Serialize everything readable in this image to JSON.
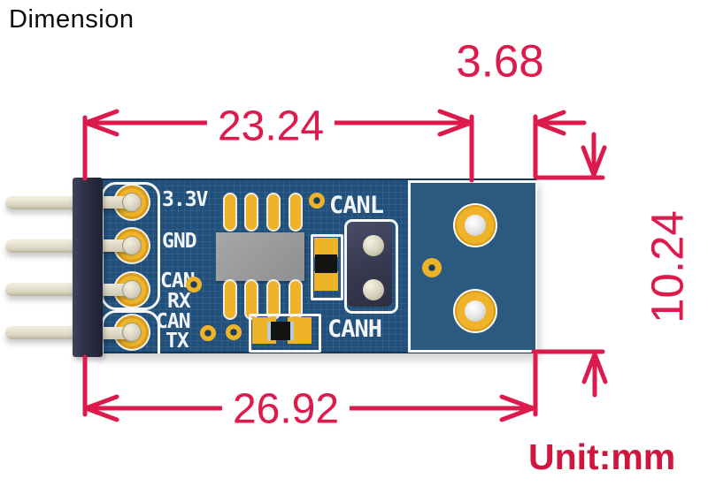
{
  "title": "Dimension",
  "unit_label": "Unit:mm",
  "dimensions": {
    "width_to_holes": "23.24",
    "hole_edge_offset": "3.68",
    "board_height": "10.24",
    "total_width": "26.92"
  },
  "silkscreen": {
    "pin1": "3.3V",
    "pin2": "GND",
    "pin3_line1": "CAN",
    "pin3_line2": "RX",
    "pin4_line1": "CAN",
    "pin4_line2": "TX",
    "canl": "CANL",
    "canh": "CANH"
  },
  "colors": {
    "dimension_red": "#dc1a4c",
    "pcb_blue": "#20507b",
    "pad_yellow": "#efb32a",
    "header_black": "#2c2f44",
    "pin_beige": "#ddd8c4",
    "ic_gray": "#9a9a9a",
    "silkscreen_white": "#f2f5f7"
  }
}
